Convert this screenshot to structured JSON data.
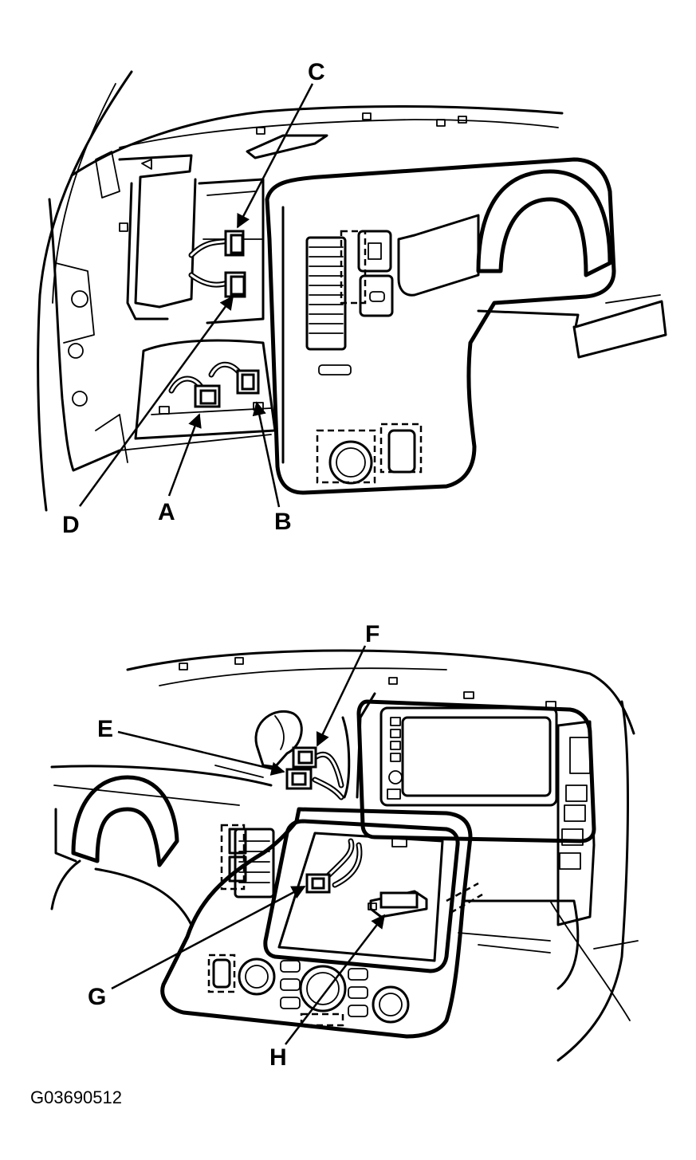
{
  "figure_code": "G03690512",
  "top_view": {
    "labels": {
      "a": "A",
      "b": "B",
      "c": "C",
      "d": "D"
    }
  },
  "bottom_view": {
    "labels": {
      "e": "E",
      "f": "F",
      "g": "G",
      "h": "H"
    }
  }
}
